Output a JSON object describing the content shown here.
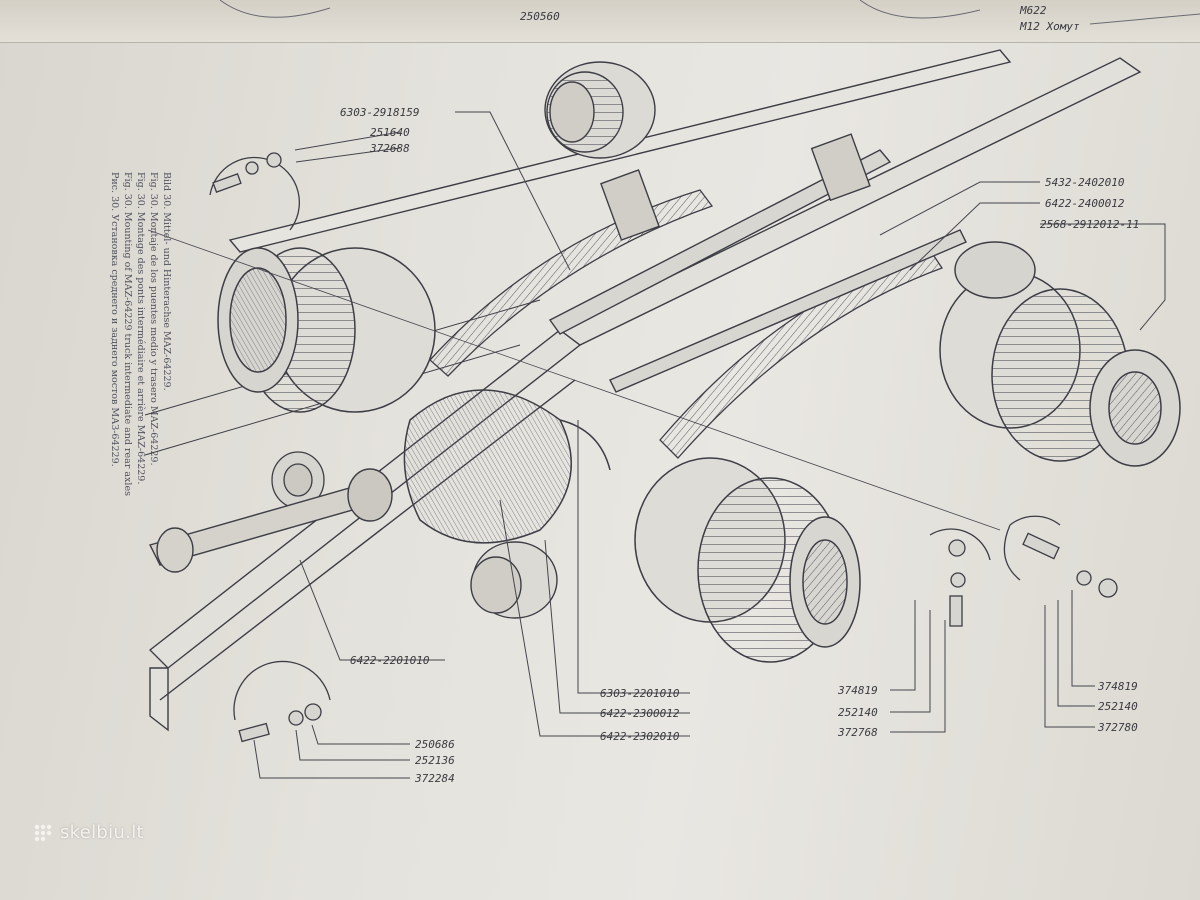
{
  "captions": [
    "Рис. 30. Установка среднего и заднего мостов МАЗ-64229.",
    "Fig. 30. Mounting of MAZ-64229 truck intermediate and rear axles",
    "Fig. 30. Montage des ponts intermédiaire et arrière MAZ-64229.",
    "Fig. 30. Montaje de los puentes medio y trasero MAZ-64229.",
    "Bild 30. Mittel- und Hinterachse MAZ-64229."
  ],
  "top_labels": [
    "250560",
    "M622",
    "М12 Хомут"
  ],
  "part_labels": {
    "p6303": "6303-2918159",
    "p251640": "251640",
    "p372688": "372688",
    "p5432": "5432-2402010",
    "p6422a": "6422-2400012",
    "p2568": "2568-2912012-11",
    "p6422b": "6422-2201010",
    "p6303b": "6303-2201010",
    "p6422c": "6422-2300012",
    "p6422d": "6422-2302010",
    "p250686": "250686",
    "p252136": "252136",
    "p372284": "372284",
    "p374819a": "374819",
    "p252140a": "252140",
    "p372768": "372768",
    "p374819b": "374819",
    "p252140b": "252140",
    "p372780": "372780"
  },
  "watermark": "skelbiu.lt",
  "colors": {
    "line": "#3d3d45",
    "paper": "#e6e4de",
    "leader": "#45454d"
  }
}
